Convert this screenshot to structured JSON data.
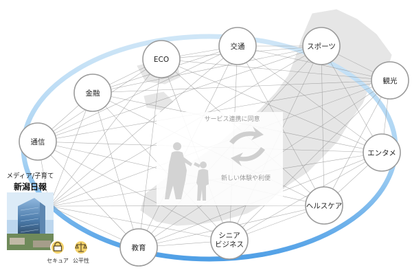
{
  "nodes": [
    {
      "id": "eco",
      "label": "ECO"
    },
    {
      "id": "traffic",
      "label": "交通"
    },
    {
      "id": "sports",
      "label": "スポーツ"
    },
    {
      "id": "finance",
      "label": "金融"
    },
    {
      "id": "tourism",
      "label": "観光"
    },
    {
      "id": "telecom",
      "label": "通信"
    },
    {
      "id": "entertainment",
      "label": "エンタメ"
    },
    {
      "id": "healthcare",
      "label": "ヘルスケア"
    },
    {
      "id": "senior",
      "label": "シニア\nビジネス"
    },
    {
      "id": "education",
      "label": "教育"
    }
  ],
  "media": {
    "label": "メディア/子育て",
    "brand": "新潟日報"
  },
  "center": {
    "consent_text": "サービス連携に同意",
    "experience_text": "新しい体験や利便"
  },
  "badges": [
    {
      "id": "security",
      "label": "セキュア",
      "icon": "lock-icon"
    },
    {
      "id": "fairness",
      "label": "公平性",
      "icon": "scales-icon"
    }
  ],
  "colors": {
    "ring": "#a9d3f2",
    "ring_bottom": "#5aa8ea",
    "node_stroke": "#9a9a9a",
    "line": "#8c8c8c",
    "badge": "#f3d26b"
  }
}
